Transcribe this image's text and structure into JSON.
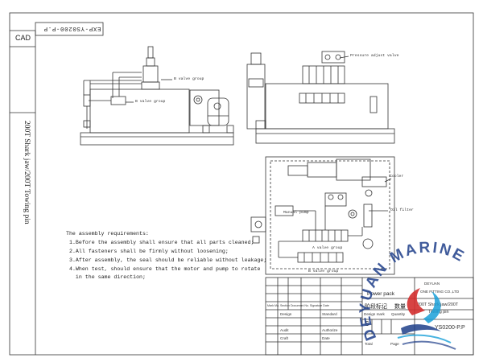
{
  "drawing": {
    "doc_code_rotated": "EXP-YS0200-P.P",
    "cad_label": "CAD",
    "side_title": "200T Shark jaw/200T Towing pin"
  },
  "callouts": {
    "b_valve_group_elev": "B valve group",
    "b_valve_group_left": "B valve group",
    "pressure_adjust_valve": "Pressure adjust valve",
    "cooler": "Cooler",
    "oil_filter": "Oil filter",
    "manual_pump": "Manual pump",
    "a_valve_group": "A valve group",
    "b_valve_group_plan": "B valve group"
  },
  "requirements": {
    "heading": "The assembly requirements:",
    "items": [
      "1.Before the assembly shall ensure that all parts cleaned;",
      "2.All fasteners shall be firmly without loosening;",
      "3.After assembly, the seal should be reliable without leakage;",
      "4.When test, should ensure that the motor and pump to rotate",
      "  in the same direction;"
    ]
  },
  "title_block": {
    "company_line1": "DEYUAN",
    "company_line2": "ONE FITTING CO.,LTD",
    "product_line1": "200T Shark jaw/200T",
    "product_line2": "Towing pin",
    "drawing_name_cn": "阶段标记",
    "qty_cn": "数量",
    "drawing_no": "YS0200-P.P",
    "power_pack": "Power pack",
    "design_mark": "Design mark",
    "quantity": "Quantity",
    "row_headers": "Mark  Ma.  Section   Document No.  Signature   Date",
    "design_label": "Design",
    "standard_label": "Standard",
    "audit_label": "Audit",
    "authorise_label": "Authorize",
    "craft_label": "Craft",
    "date_label": "Date",
    "total_label": "Total",
    "page_label": "Page",
    "s_label": "S"
  },
  "watermark": {
    "brand": "DEYUAN MARINE",
    "color_red": "#d32f2f",
    "color_blue": "#1f3f8a",
    "color_cyan": "#1aa0d8"
  }
}
